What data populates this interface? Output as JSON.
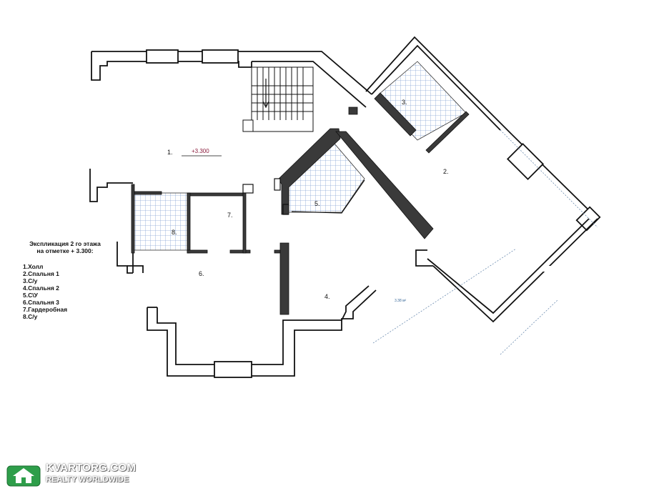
{
  "plan": {
    "elevation": "+3.300",
    "area_note": "3.38 м²",
    "rooms": [
      {
        "id": "r1",
        "label": "1."
      },
      {
        "id": "r2",
        "label": "2."
      },
      {
        "id": "r3",
        "label": "3."
      },
      {
        "id": "r4",
        "label": "4."
      },
      {
        "id": "r5",
        "label": "5."
      },
      {
        "id": "r6",
        "label": "6."
      },
      {
        "id": "r7",
        "label": "7."
      },
      {
        "id": "r8",
        "label": "8."
      }
    ]
  },
  "legend": {
    "title_line1": "Экспликация 2 го этажа",
    "title_line2": "на отметке + 3.300:",
    "items": [
      "1.Холл",
      "2.Спальня 1",
      "3.С/у",
      "4.Спальня 2",
      "5.С\\У",
      "6.Спальня 3",
      "7.Гардеробная",
      "8.С/у"
    ]
  },
  "watermark": {
    "brand": "KVARTORG.COM",
    "tagline": "REALTY WORLDWIDE",
    "brand_color": "#2e9e4a"
  }
}
